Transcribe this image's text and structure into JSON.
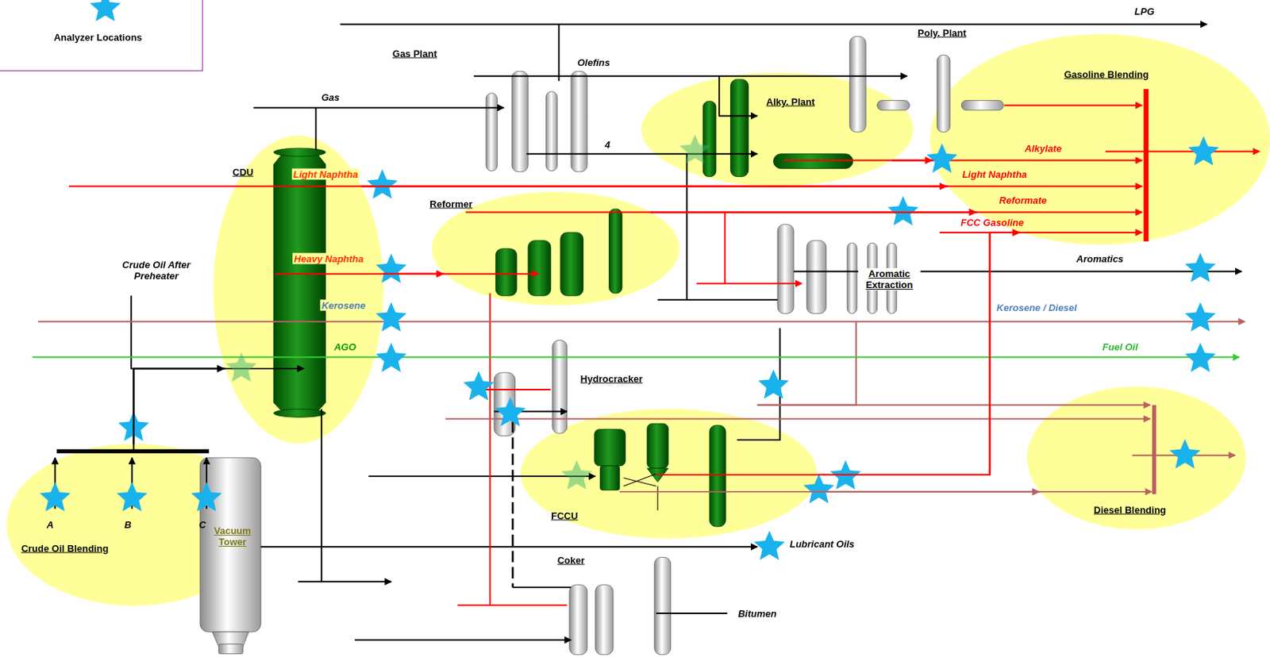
{
  "diagram": {
    "nodes": [
      {
        "text": [
          "Crude Oil Blending"
        ]
      },
      {
        "text": [
          "CDU"
        ]
      },
      {
        "text": [
          "Reformer"
        ]
      },
      {
        "text": [
          "Alky. Plant"
        ]
      },
      {
        "text": [
          "Gasoline Blending"
        ]
      },
      {
        "text": [
          "FCCU"
        ]
      },
      {
        "text": [
          "Diesel Blending"
        ]
      }
    ],
    "edges": [
      {
        "from": 0,
        "to": 1,
        "arrow": "to"
      },
      {
        "from": 1,
        "to": 2,
        "arrow": "to"
      },
      {
        "from": 1,
        "to": 4,
        "arrow": "to"
      },
      {
        "from": 2,
        "to": 4,
        "arrow": "to"
      },
      {
        "from": 3,
        "to": 4,
        "arrow": "to"
      },
      {
        "from": 5,
        "to": 4,
        "arrow": "to"
      },
      {
        "from": 5,
        "to": 6,
        "arrow": "to"
      }
    ],
    "labels": [
      "LPG",
      "Gas Plant",
      "Olefins",
      "Gas",
      "4",
      "Poly. Plant",
      "Alkylate",
      "Light Naphtha",
      "Reformate",
      "FCC Gasoline",
      "Aromatics",
      "Kerosene / Diesel",
      "Fuel Oil",
      "Light Naphtha",
      "Heavy Naphtha",
      "Kerosene",
      "AGO",
      "Crude Oil After Preheater",
      "Aromatic Extraction",
      "Hydrocracker",
      "Coker",
      "Bitumen",
      "Lubricant Oils",
      "A",
      "B",
      "C",
      "Vacuum Tower"
    ],
    "legend": [
      {
        "text": "Analyzer Locations"
      }
    ]
  }
}
